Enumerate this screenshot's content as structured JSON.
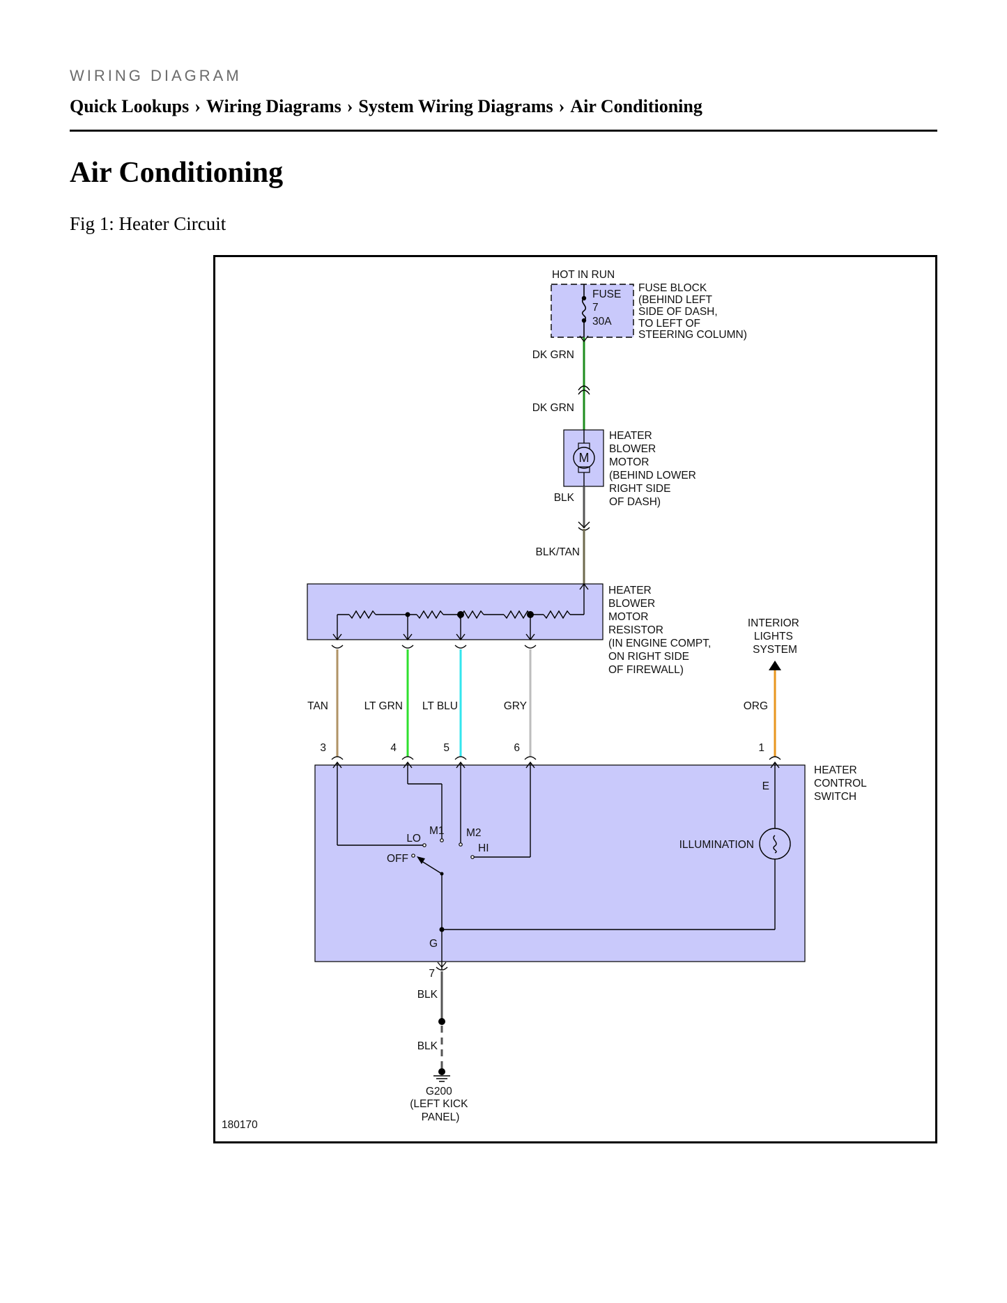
{
  "header": {
    "eyebrow": "WIRING DIAGRAM",
    "breadcrumb": [
      "Quick Lookups",
      "Wiring Diagrams",
      "System Wiring Diagrams",
      "Air Conditioning"
    ],
    "separator": "›"
  },
  "page_title": "Air Conditioning",
  "figure": {
    "caption": "Fig 1: Heater Circuit",
    "id": "180170",
    "hot_label": "HOT IN RUN",
    "fuse": {
      "label": "FUSE",
      "number": "7",
      "rating": "30A"
    },
    "fuse_block_label": [
      "FUSE BLOCK",
      "(BEHIND LEFT",
      "SIDE OF DASH,",
      "TO LEFT OF",
      "STEERING COLUMN)"
    ],
    "blower_motor_symbol": "M",
    "blower_motor_label": [
      "HEATER",
      "BLOWER",
      "MOTOR",
      "(BEHIND LOWER",
      "RIGHT SIDE",
      "OF DASH)"
    ],
    "resistor_label": [
      "HEATER",
      "BLOWER",
      "MOTOR",
      "RESISTOR",
      "(IN ENGINE COMPT,",
      "ON RIGHT SIDE",
      "OF FIREWALL)"
    ],
    "interior_lights_label": [
      "INTERIOR",
      "LIGHTS",
      "SYSTEM"
    ],
    "switch_label": [
      "HEATER",
      "CONTROL",
      "SWITCH"
    ],
    "wires": {
      "fuse_out": "DK GRN",
      "motor_in": "DK GRN",
      "motor_out": "BLK",
      "resistor_in": "BLK/TAN",
      "tan": "TAN",
      "lt_grn": "LT GRN",
      "lt_blu": "LT BLU",
      "gry": "GRY",
      "org": "ORG",
      "ground_1": "BLK",
      "ground_2": "BLK"
    },
    "pins": {
      "p3": "3",
      "p4": "4",
      "p5": "5",
      "p6": "6",
      "p1": "1",
      "p7": "7"
    },
    "switch_positions": {
      "lo": "LO",
      "m1": "M1",
      "m2": "M2",
      "hi": "HI",
      "off": "OFF",
      "e": "E",
      "g": "G"
    },
    "illumination_label": "ILLUMINATION",
    "ground_label": [
      "G200",
      "(LEFT KICK",
      "PANEL)"
    ],
    "colors": {
      "component_fill": "#c9c9fb",
      "dk_grn": "#1e8c1e",
      "blk": "#555555",
      "blk_tan": "#6e6a4e",
      "tan": "#b09366",
      "lt_grn": "#2ee02e",
      "lt_blu": "#33e6ee",
      "gry": "#bdbdbd",
      "org": "#e8961e"
    }
  }
}
